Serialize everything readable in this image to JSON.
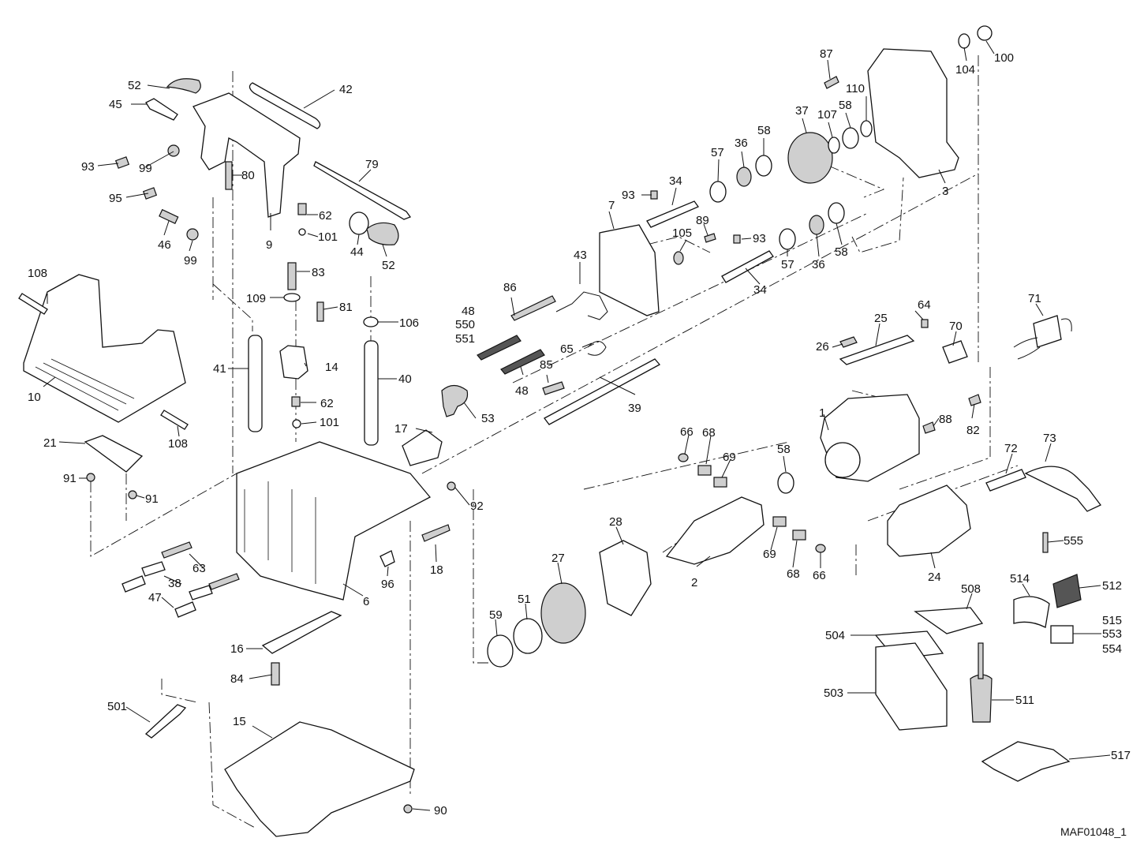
{
  "drawing_id": "MAF01048_1",
  "labels": {
    "l1": "1",
    "l2": "2",
    "l3": "3",
    "l6": "6",
    "l7": "7",
    "l9": "9",
    "l10": "10",
    "l14": "14",
    "l15": "15",
    "l16": "16",
    "l17": "17",
    "l18": "18",
    "l21": "21",
    "l24": "24",
    "l25": "25",
    "l26": "26",
    "l27": "27",
    "l28": "28",
    "l34a": "34",
    "l34b": "34",
    "l36a": "36",
    "l36b": "36",
    "l37": "37",
    "l38": "38",
    "l39": "39",
    "l40": "40",
    "l41": "41",
    "l42": "42",
    "l43": "43",
    "l44": "44",
    "l45": "45",
    "l46": "46",
    "l47": "47",
    "l48a": "48",
    "l550": "550",
    "l551": "551",
    "l48b": "48",
    "l51": "51",
    "l52a": "52",
    "l52b": "52",
    "l53": "53",
    "l57a": "57",
    "l57b": "57",
    "l58a": "58",
    "l58b": "58",
    "l58c": "58",
    "l58d": "58",
    "l59": "59",
    "l62a": "62",
    "l62b": "62",
    "l63": "63",
    "l64": "64",
    "l65": "65",
    "l66a": "66",
    "l66b": "66",
    "l68a": "68",
    "l68b": "68",
    "l69a": "69",
    "l69b": "69",
    "l70": "70",
    "l71": "71",
    "l72": "72",
    "l73": "73",
    "l79": "79",
    "l80": "80",
    "l81": "81",
    "l82": "82",
    "l83": "83",
    "l84": "84",
    "l85": "85",
    "l86": "86",
    "l87": "87",
    "l88": "88",
    "l89": "89",
    "l90": "90",
    "l91a": "91",
    "l91b": "91",
    "l92": "92",
    "l93a": "93",
    "l93b": "93",
    "l93c": "93",
    "l95": "95",
    "l96": "96",
    "l99a": "99",
    "l99b": "99",
    "l100": "100",
    "l101a": "101",
    "l101b": "101",
    "l104": "104",
    "l105": "105",
    "l106": "106",
    "l107": "107",
    "l108a": "108",
    "l108b": "108",
    "l109": "109",
    "l110": "110",
    "l501": "501",
    "l503": "503",
    "l504": "504",
    "l508": "508",
    "l511": "511",
    "l512": "512",
    "l514": "514",
    "l515": "515",
    "l553": "553",
    "l554": "554",
    "l517": "517",
    "l555": "555"
  }
}
